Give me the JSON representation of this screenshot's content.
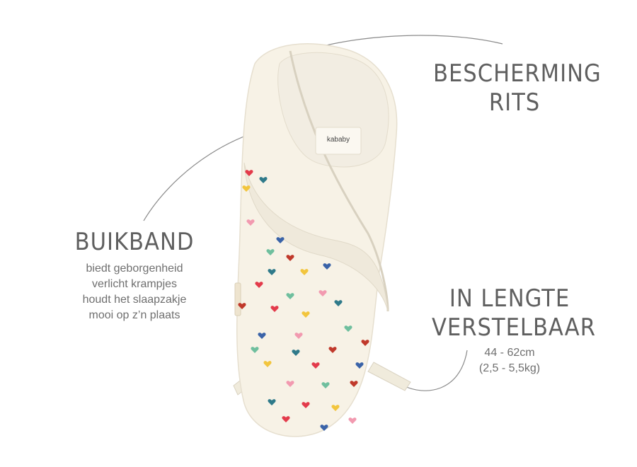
{
  "colors": {
    "background": "#ffffff",
    "heading_text": "#5f5f5f",
    "body_text": "#6f6f6f",
    "leader_line": "#8a8a8a",
    "fabric": "#f7f2e6",
    "fabric_shadow": "#e6dfcf",
    "inner_panel": "#f2ede2",
    "hearts": [
      "#e33b4b",
      "#2f7a8a",
      "#f2c53d",
      "#3a63a8",
      "#f29ab0",
      "#6fbf9e",
      "#c0392b"
    ]
  },
  "product": {
    "logo_text": "kababy"
  },
  "callouts": {
    "bescherming": {
      "title_line1": "BESCHERMING",
      "title_line2": "RITS"
    },
    "buikband": {
      "title": "BUIKBAND",
      "lines": [
        "biedt geborgenheid",
        "verlicht krampjes",
        "houdt het slaapzakje",
        "mooi op z’n plaats"
      ]
    },
    "lengte": {
      "title_line1": "IN LENGTE",
      "title_line2": "VERSTELBAAR",
      "lines": [
        "44 - 62cm",
        "(2,5 - 5,5kg)"
      ]
    }
  }
}
